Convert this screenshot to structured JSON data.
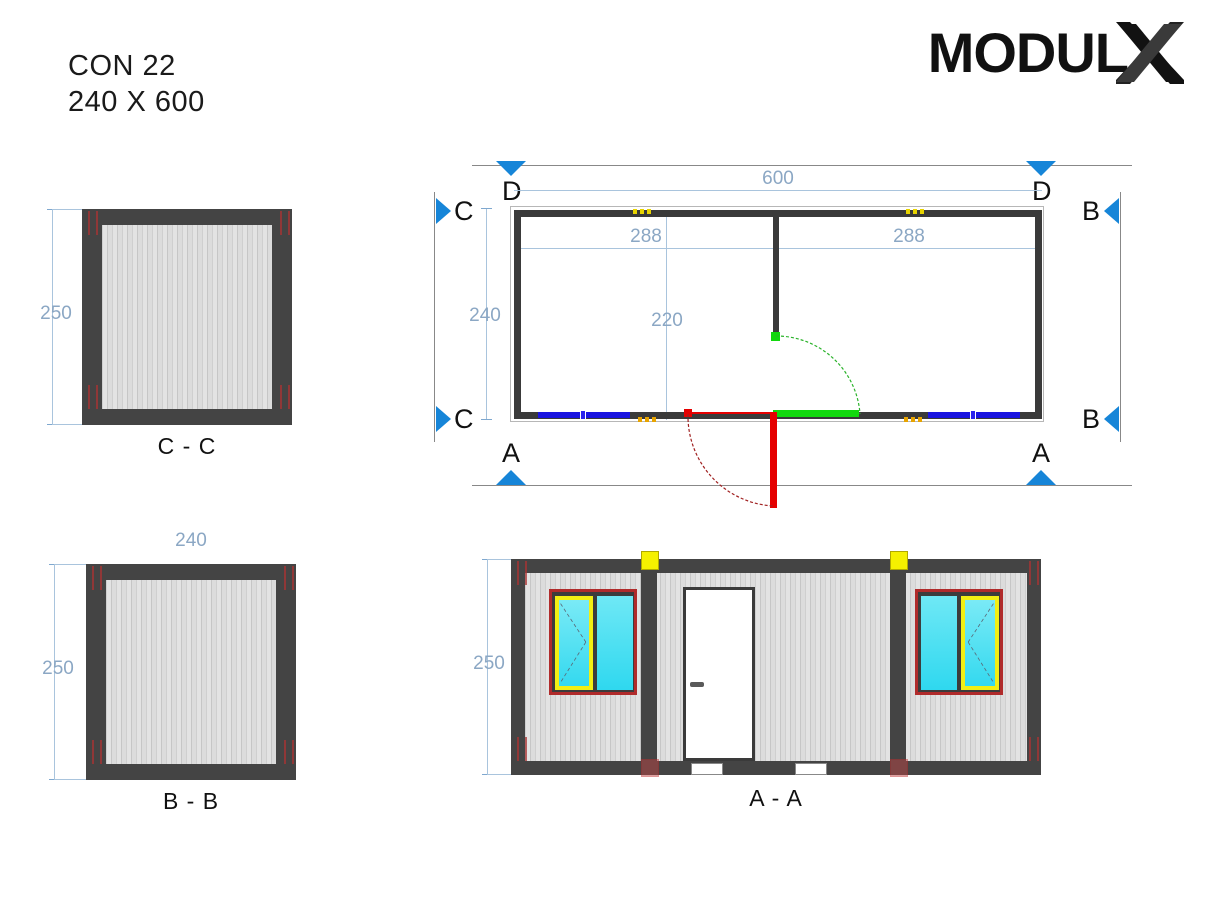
{
  "title_block": {
    "line1": "CON 22",
    "line2": "240 X 600"
  },
  "logo": {
    "word": "MODUL",
    "mark": "x-mark-icon"
  },
  "views": {
    "section_cc": {
      "caption": "C - C",
      "height_dim": "250"
    },
    "section_bb": {
      "caption": "B - B",
      "width_dim": "240",
      "height_dim": "250"
    },
    "section_aa": {
      "caption": "A - A",
      "height_dim": "250"
    },
    "plan": {
      "overall_length": "600",
      "bay_left": "288",
      "bay_right": "288",
      "overall_width": "240",
      "door_offset": "220",
      "markers": {
        "top_left": "D",
        "top_right": "D",
        "left_upper": "C",
        "left_lower": "C",
        "right_upper": "B",
        "right_lower": "B",
        "bottom_left": "A",
        "bottom_right": "A"
      }
    }
  },
  "colors": {
    "wall": "#3a3a3a",
    "dimension": "#8ba7c4",
    "marker": "#1685d8",
    "door_interior": "#12d80e",
    "door_exterior": "#e50000",
    "window_plan": "#1a14e0",
    "glass": "#35d9ef",
    "sash": "#f2ef13",
    "window_frame": "#b02b2b",
    "panel": "#d9d9d9"
  }
}
